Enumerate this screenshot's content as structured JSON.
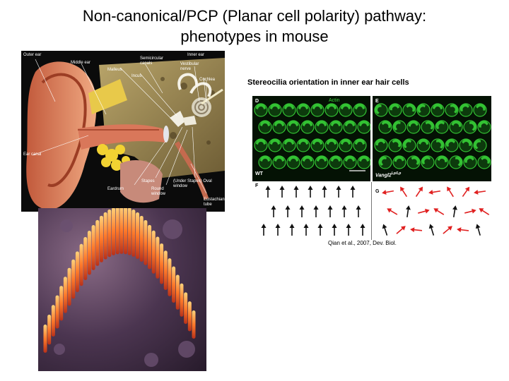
{
  "title": {
    "line1": "Non-canonical/PCP (Planar cell polarity) pathway:",
    "line2": "phenotypes in mouse"
  },
  "ear_diagram": {
    "labels": {
      "outer_ear": "Outer ear",
      "middle_ear": "Middle ear",
      "inner_ear": "Inner ear",
      "malleus": "Malleus",
      "incus": "Incus",
      "semicircular": "Semicircular canals",
      "vestibular": "Vestibular nerve",
      "cochlea": "Cochlea",
      "ear_canal": "Ear canal",
      "stapes": "Stapes",
      "eardrum": "Eardrum",
      "round_window": "Round window",
      "oval_window": "(Under Stapes) Oval window",
      "eustachian": "Eustachian tube"
    }
  },
  "figure": {
    "caption": "Stereocilia orientation in inner ear hair cells",
    "panel_d": {
      "letter": "D",
      "stain": "Actin",
      "genotype": "WT"
    },
    "panel_e": {
      "letter": "E",
      "genotype": "Vangl2",
      "superscript": "Lp/Lp"
    },
    "panel_f": {
      "letter": "F"
    },
    "panel_g": {
      "letter": "G"
    },
    "reference": "Qian et al., 2007, Dev. Biol.",
    "colors": {
      "stain": "#33c233",
      "normal_arrow": "#111111",
      "misoriented_arrow": "#e02020"
    }
  }
}
